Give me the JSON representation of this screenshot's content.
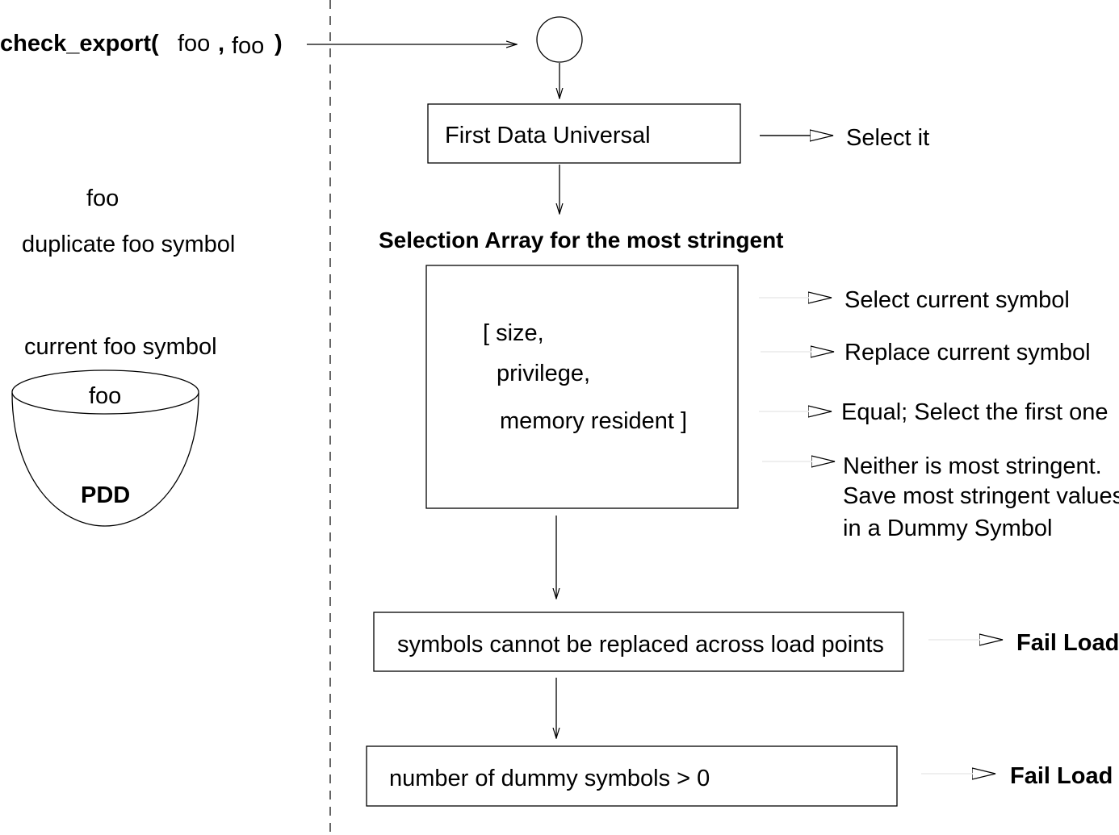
{
  "call": {
    "function": "check_export(",
    "arg1": "foo",
    "comma": ",",
    "arg2": "foo",
    "close": ")"
  },
  "left_panel": {
    "foo_label": "foo",
    "duplicate_label": "duplicate foo symbol",
    "current_label": "current foo symbol",
    "bowl_top_label": "foo",
    "bowl_label": "PDD"
  },
  "first_box": {
    "label": "First Data Universal",
    "result": "Select it"
  },
  "selection": {
    "heading": "Selection Array for the most stringent",
    "line1": "[ size,",
    "line2": "privilege,",
    "line3": "memory resident ]",
    "outcomes": [
      "Select current symbol",
      "Replace current symbol",
      "Equal; Select the first one",
      "Neither is most stringent.",
      "Save most stringent values",
      "in a Dummy Symbol"
    ]
  },
  "check_box_1": {
    "label": "symbols cannot be replaced across load points",
    "result": "Fail Load"
  },
  "check_box_2": {
    "label": "number of dummy symbols > 0",
    "result": "Fail Load"
  },
  "colors": {
    "ink": "#000000",
    "background": "#ffffff"
  }
}
